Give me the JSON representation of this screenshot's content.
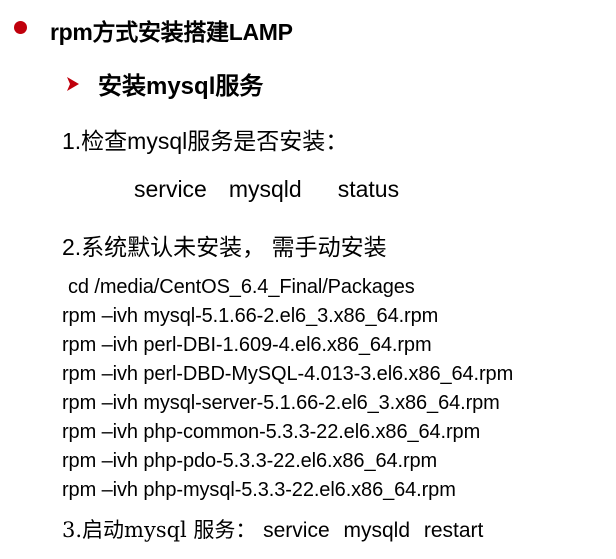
{
  "colors": {
    "bullet": "#c0000c",
    "arrow": "#c0000c",
    "text": "#000000",
    "background": "#ffffff"
  },
  "icons": {
    "bullet": "filled-circle-icon",
    "subbullet": "arrowhead-right-icon"
  },
  "slide": {
    "title": "rpm方式安装搭建LAMP",
    "subtitle": "安装mysql服务",
    "step1": "1.检查mysql服务是否安装：",
    "status_cmd": {
      "part1": "service",
      "part2": "mysqld",
      "part3": "status"
    },
    "step2": "2.系统默认未安装， 需手动安装",
    "commands": [
      "cd /media/CentOS_6.4_Final/Packages",
      "rpm –ivh mysql-5.1.66-2.el6_3.x86_64.rpm",
      "rpm –ivh perl-DBI-1.609-4.el6.x86_64.rpm",
      "rpm –ivh perl-DBD-MySQL-4.013-3.el6.x86_64.rpm",
      "rpm –ivh mysql-server-5.1.66-2.el6_3.x86_64.rpm",
      "rpm –ivh php-common-5.3.3-22.el6.x86_64.rpm",
      "rpm –ivh php-pdo-5.3.3-22.el6.x86_64.rpm",
      "rpm –ivh php-mysql-5.3.3-22.el6.x86_64.rpm"
    ],
    "step3_label": "3.启动mysql 服务：",
    "step3_cmd": "service mysqld restart"
  }
}
